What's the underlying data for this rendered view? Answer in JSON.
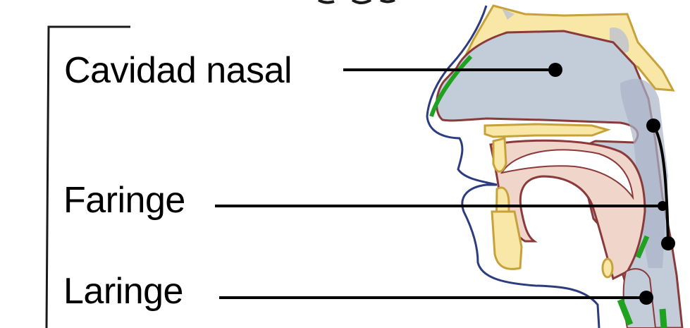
{
  "diagram": {
    "labels": {
      "nasal_cavity": "Cavidad nasal",
      "pharynx": "Faringe",
      "larynx": "Laringe"
    },
    "colors": {
      "airway": "#c3ccd9",
      "bone": "#f8e7a6",
      "bone_outline": "#c7a23a",
      "soft_tissue": "#f0d5cb",
      "tissue_outline": "#8a3a3a",
      "mucosa": "#1fa21f",
      "skin_outline": "#2c3c7e",
      "leader": "#000000"
    }
  }
}
